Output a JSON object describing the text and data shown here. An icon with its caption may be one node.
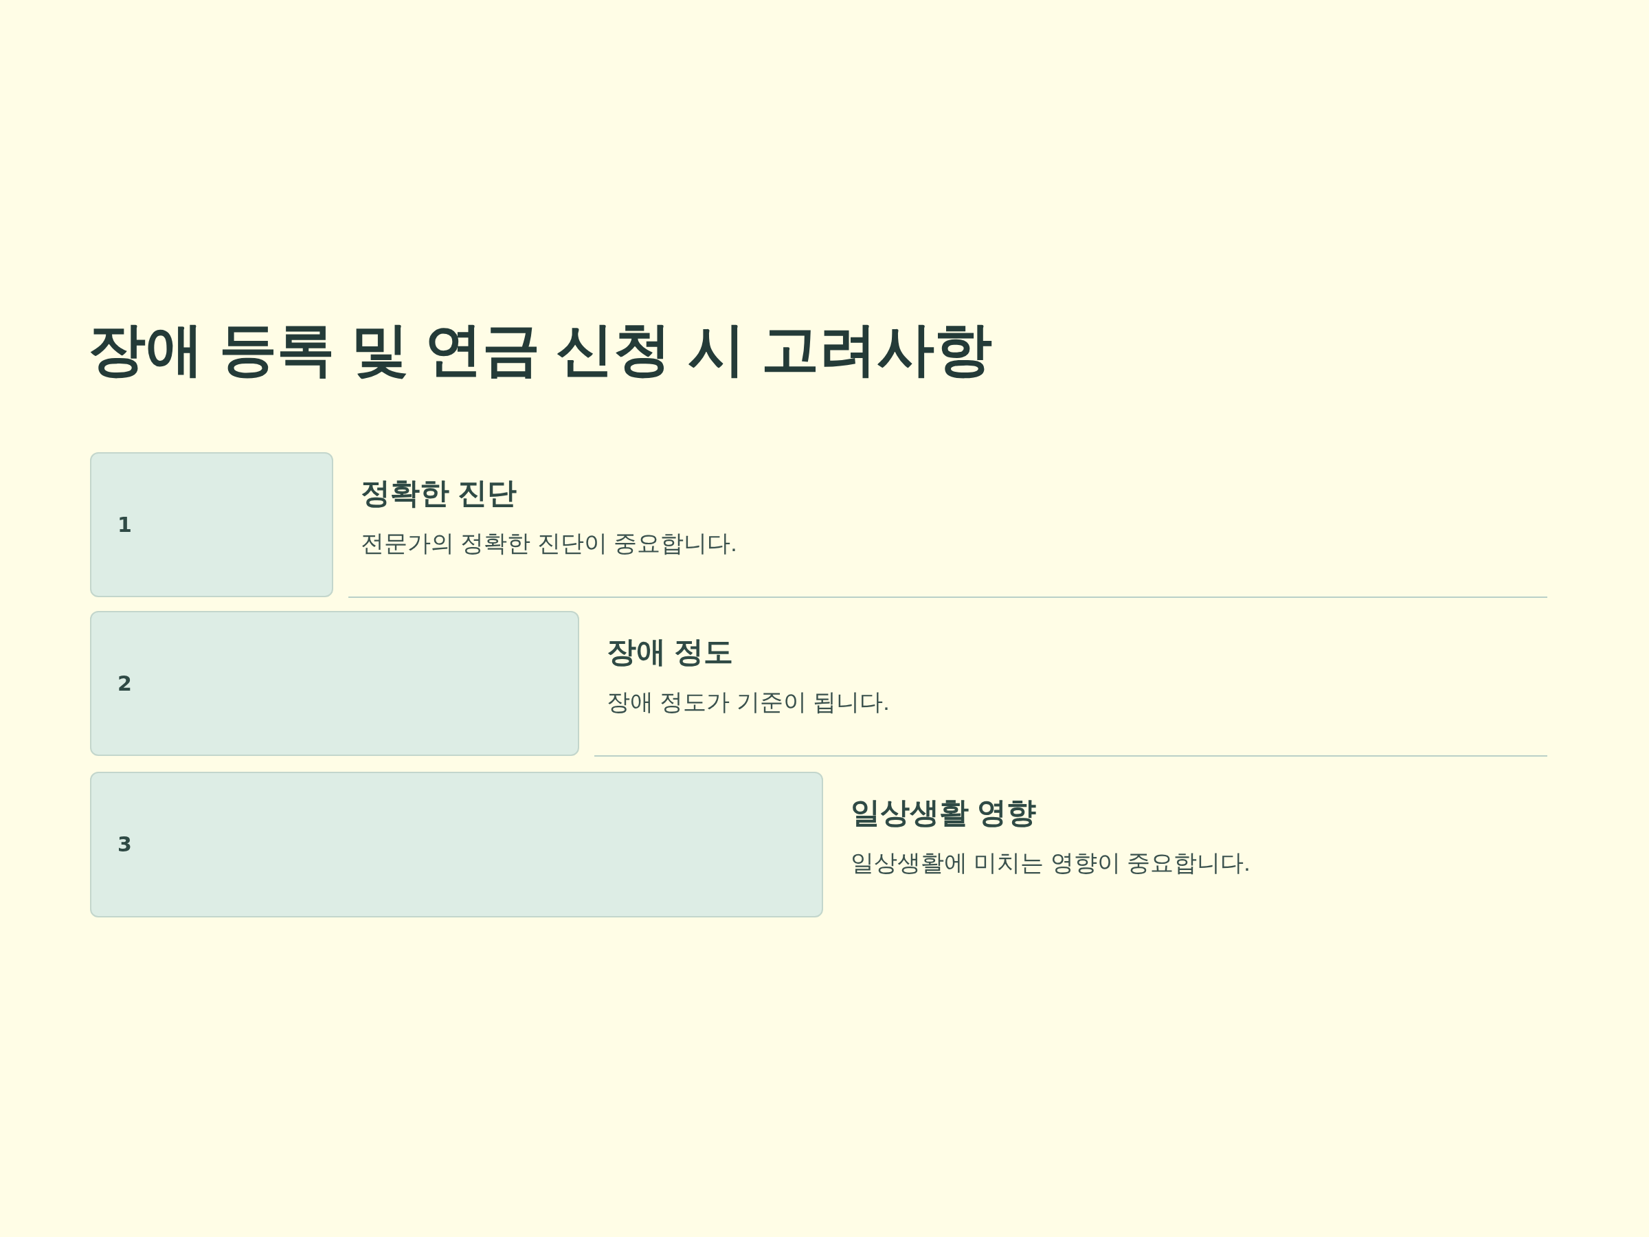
{
  "diagram": {
    "title": "장애 등록 및 연금 신청 시 고려사항",
    "nodes": [
      {
        "text": [
          "1"
        ],
        "beside": [
          "정확한 진단",
          "전문가의 정확한 진단이 중요합니다."
        ]
      },
      {
        "text": [
          "2"
        ],
        "beside": [
          "장애 정도",
          "장애 정도가 기준이 됩니다."
        ]
      },
      {
        "text": [
          "3"
        ],
        "beside": [
          "일상생활 영향",
          "일상생활에 미치는 영향이 중요합니다."
        ]
      }
    ]
  }
}
